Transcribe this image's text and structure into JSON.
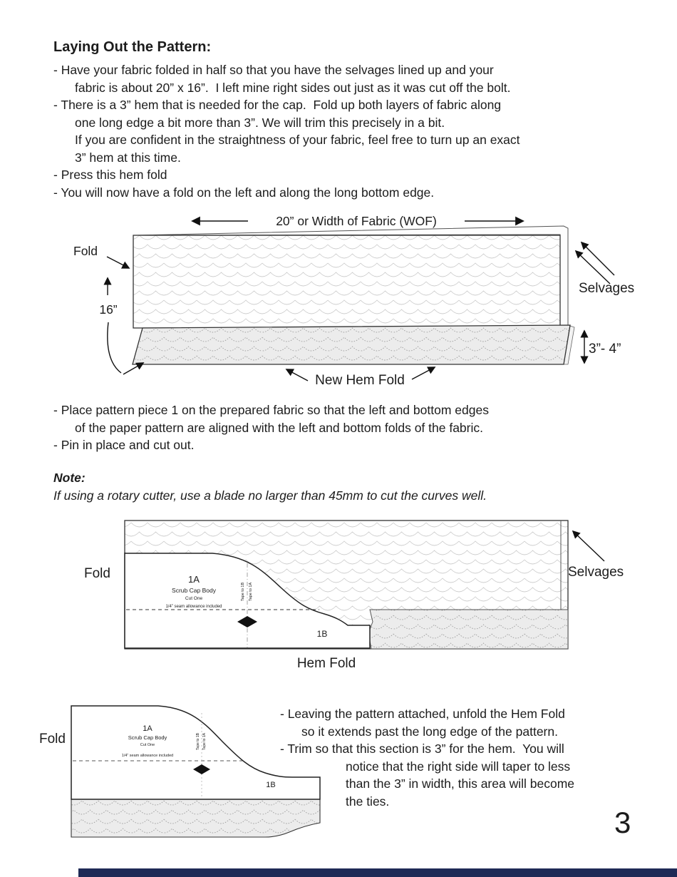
{
  "title": "Laying Out the Pattern:",
  "instructions1": [
    "- Have your fabric folded in half so that you have the selvages lined up and your",
    "fabric is about 20” x 16”.  I left mine right sides out just as it was cut off the bolt.",
    "- There is a 3” hem that is needed for the cap.  Fold up both layers of fabric along",
    "one long edge a bit more than 3”. We will trim this precisely in a bit.",
    "If you are confident in the straightness of your fabric, feel free to turn up an exact",
    "3” hem at this time.",
    "- Press this hem fold",
    "- You will now have a fold on the left and along the long bottom edge."
  ],
  "diagram1": {
    "width_label": "20” or Width of Fabric (WOF)",
    "fold_label": "Fold",
    "height_label": "16”",
    "selvages_label": "Selvages",
    "hem_depth_label": "3”- 4”",
    "new_hem_fold_label": "New Hem Fold"
  },
  "instructions2": [
    "- Place pattern piece 1 on the prepared fabric so that the left and bottom edges",
    "of the paper pattern are aligned with the left and bottom folds of the fabric.",
    "- Pin in place and cut out."
  ],
  "note": {
    "heading": "Note:",
    "body": "If using a rotary cutter, use a blade no larger than 45mm to cut the curves well."
  },
  "pattern_piece": {
    "id_a": "1A",
    "name": "Scrub Cap Body",
    "cut": "Cut One",
    "seam": "1/4” seam allowance included",
    "tape_a": "Tape to 1B",
    "tape_b": "Tape to 1A",
    "id_b": "1B"
  },
  "diagram2": {
    "fold_label": "Fold",
    "selvages_label": "Selvages",
    "hem_fold_label": "Hem Fold"
  },
  "diagram3": {
    "fold_label": "Fold"
  },
  "instructions3": [
    "- Leaving the pattern attached, unfold the Hem Fold",
    "so it extends past the long edge of the pattern.",
    "- Trim so that this section is 3” for the hem.  You will",
    "notice that the right side will taper to less",
    "than the 3” in width, this area will become",
    "the ties."
  ],
  "page": {
    "number": "3"
  },
  "colors": {
    "footer_bar": "#1e2a56",
    "fabric_gray": "#ececec",
    "wave_line": "#cccccc"
  }
}
